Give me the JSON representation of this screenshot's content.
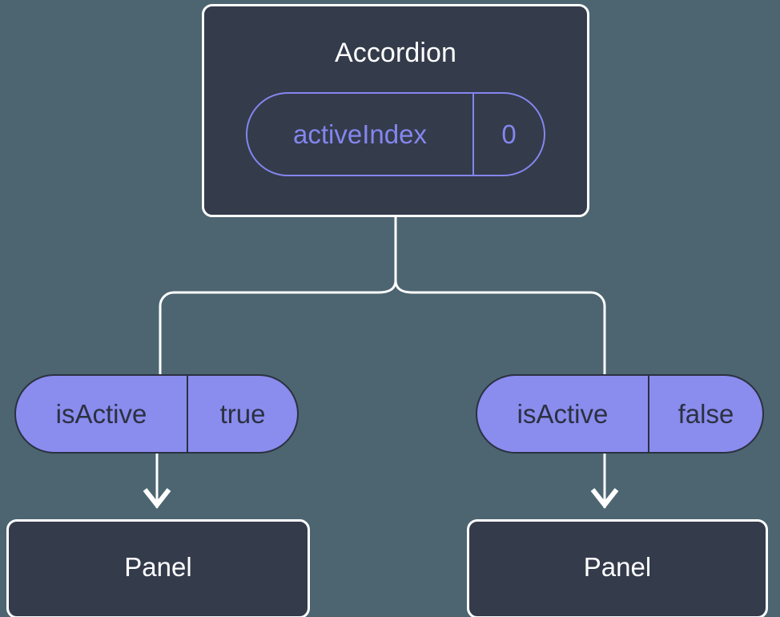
{
  "diagram": {
    "type": "component-state-tree",
    "background_color": "#4c6571",
    "root": {
      "name": "accordion-component",
      "title": "Accordion",
      "fill_color": "#343b4b",
      "border_color": "#ffffff",
      "state": {
        "key": "activeIndex",
        "value": "0",
        "style": "outlined",
        "accent_color": "#8486ee"
      }
    },
    "branches": [
      {
        "name": "left-branch",
        "prop": {
          "key": "isActive",
          "value": "true",
          "style": "filled",
          "fill_color": "#8a8cee",
          "text_color": "#2b3140"
        },
        "child": {
          "name": "panel-left",
          "title": "Panel",
          "fill_color": "#343b4b",
          "border_color": "#ffffff"
        }
      },
      {
        "name": "right-branch",
        "prop": {
          "key": "isActive",
          "value": "false",
          "style": "filled",
          "fill_color": "#8a8cee",
          "text_color": "#2b3140"
        },
        "child": {
          "name": "panel-right",
          "title": "Panel",
          "fill_color": "#343b4b",
          "border_color": "#ffffff"
        }
      }
    ],
    "connectors": {
      "color": "#ffffff",
      "width": 3,
      "arrow_style": "open-chevron"
    }
  }
}
